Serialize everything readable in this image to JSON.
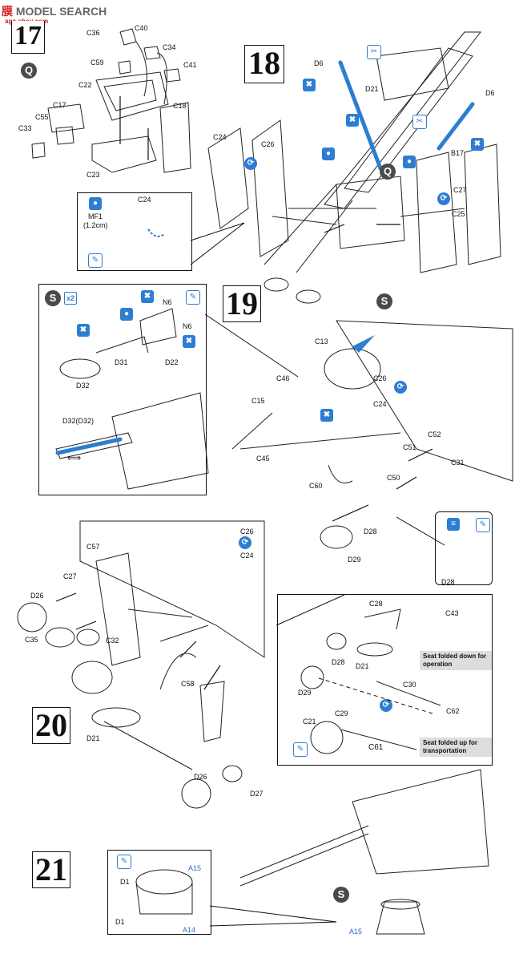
{
  "watermark": {
    "text_cn": "膜",
    "text_en": "MODEL",
    "brand": "SEARCH",
    "url": "ago.shou.com"
  },
  "steps": {
    "s17": "17",
    "s18": "18",
    "s19": "19",
    "s20": "20",
    "s21": "21"
  },
  "markers": {
    "q": "Q",
    "s": "S",
    "x2": "x2"
  },
  "notes": {
    "seat_down": "Seat folded down for operation",
    "seat_up": "Seat folded up for transportation"
  },
  "step17_labels": [
    "C36",
    "C40",
    "C34",
    "C59",
    "C41",
    "C22",
    "C17",
    "C55",
    "C18",
    "C33",
    "C23"
  ],
  "inset_mf1": {
    "c24": "C24",
    "mf1": "MF1",
    "mf1_len": "(1.2cm)"
  },
  "step18_labels": [
    "D6",
    "D21",
    "D6",
    "C24",
    "C26",
    "B17",
    "C27",
    "C25"
  ],
  "inset_s": {
    "n6a": "N6",
    "n6b": "N6",
    "d31": "D31",
    "d22": "D22",
    "d32": "D32",
    "d32b": "D32(D32)"
  },
  "step19_labels": [
    "C13",
    "C46",
    "C26",
    "C24",
    "C15",
    "C52",
    "C51",
    "C31",
    "C45",
    "C60",
    "C50",
    "D28",
    "D29",
    "D28"
  ],
  "step20_labels": [
    "C26",
    "C24",
    "C57",
    "C27",
    "D26",
    "C35",
    "C32",
    "C58",
    "D21",
    "D26",
    "D27"
  ],
  "inset_seat": [
    "C28",
    "C43",
    "D28",
    "D21",
    "D29",
    "C30",
    "C62",
    "C21",
    "C29",
    "C61"
  ],
  "inset21": {
    "d1a": "D1",
    "d1b": "D1",
    "a15": "A15",
    "a14": "A14"
  },
  "step21_labels": {
    "a15": "A15"
  },
  "colors": {
    "accent_blue": "#2d7dd2",
    "label_blue": "#2a6cc8",
    "ink": "#111111"
  }
}
